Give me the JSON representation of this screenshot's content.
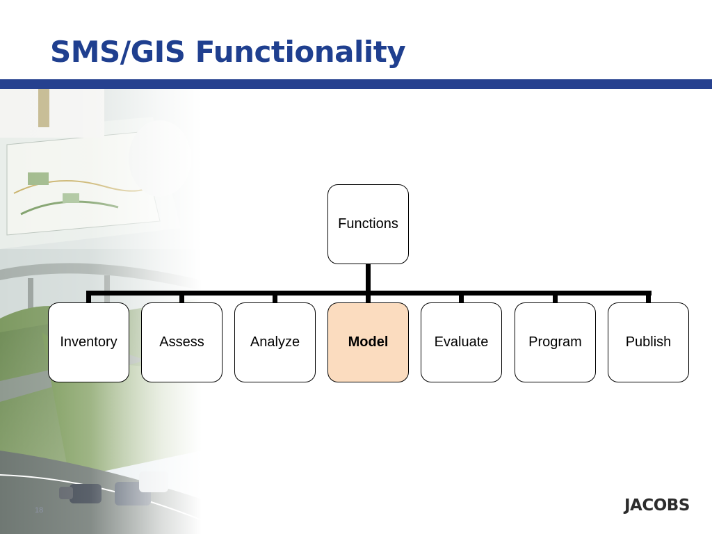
{
  "slide": {
    "title": "SMS/GIS Functionality",
    "page_number": "18",
    "logo": "JACOBS"
  },
  "org_chart": {
    "root": {
      "label": "Functions"
    },
    "children": [
      {
        "label": "Inventory",
        "highlighted": false
      },
      {
        "label": "Assess",
        "highlighted": false
      },
      {
        "label": "Analyze",
        "highlighted": false
      },
      {
        "label": "Model",
        "highlighted": true
      },
      {
        "label": "Evaluate",
        "highlighted": false
      },
      {
        "label": "Program",
        "highlighted": false
      },
      {
        "label": "Publish",
        "highlighted": false
      }
    ],
    "colors": {
      "node_fill": "#ffffff",
      "highlight_fill": "#fbdcbf",
      "connector": "#000000"
    }
  },
  "colors": {
    "title": "#1f3f8f",
    "title_rule": "#26418f"
  }
}
